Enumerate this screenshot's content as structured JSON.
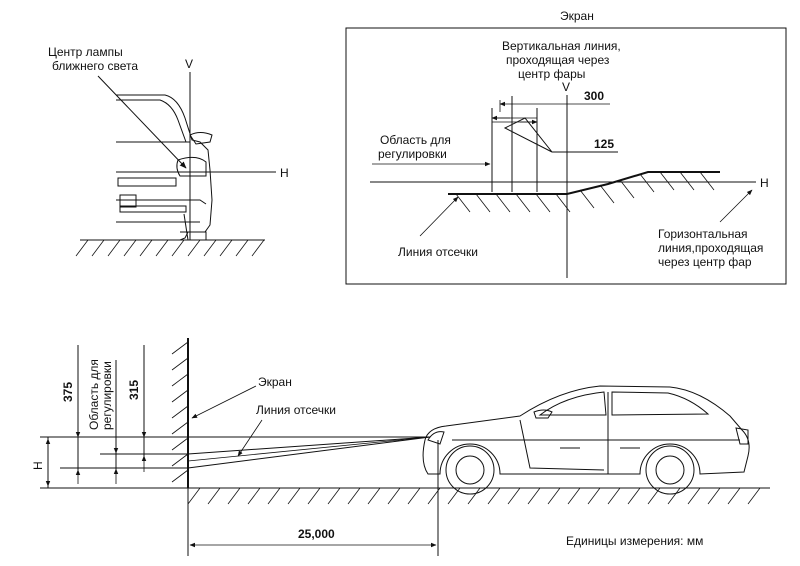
{
  "top_left": {
    "lamp_center_label_1": "Центр лампы",
    "lamp_center_label_2": "ближнего света",
    "v_label": "V",
    "h_label": "H"
  },
  "screen_panel": {
    "title": "Экран",
    "vertical_line_label_1": "Вертикальная линия,",
    "vertical_line_label_2": "проходящая через",
    "vertical_line_label_3": "центр фары",
    "v_label": "V",
    "dim_300": "300",
    "dim_125": "125",
    "adjust_area_label_1": "Область для",
    "adjust_area_label_2": "регулировки",
    "cutoff_label": "Линия отсечки",
    "h_label": "H",
    "horizontal_line_label_1": "Горизонталь­ная",
    "horizontal_line_label_2": "линия,проходящая",
    "horizontal_line_label_3": "через центр фар"
  },
  "side_view": {
    "dim_375": "375",
    "adjust_area_label_1": "Область для",
    "adjust_area_label_2": "регулировки",
    "dim_315": "315",
    "h_label": "H",
    "screen_label": "Экран",
    "cutoff_label": "Линия отсечки",
    "distance": "25,000",
    "units": "Единицы измерения: мм"
  }
}
